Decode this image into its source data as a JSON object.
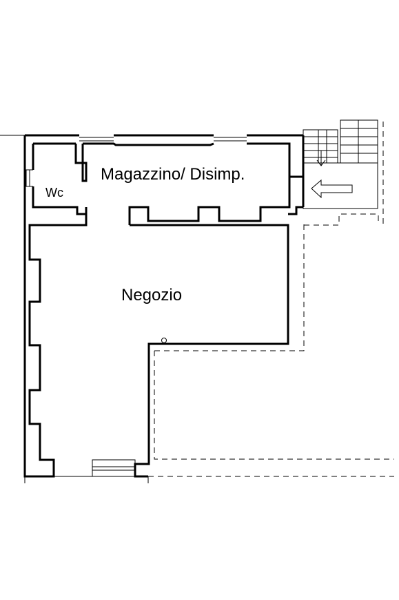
{
  "rooms": {
    "storage": {
      "label": "Magazzino/ Disimp."
    },
    "wc": {
      "label": "Wc"
    },
    "shop": {
      "label": "Negozio"
    }
  },
  "icons": {
    "entrance_arrow": "arrow-left-icon",
    "stairs": "stairs-icon"
  }
}
